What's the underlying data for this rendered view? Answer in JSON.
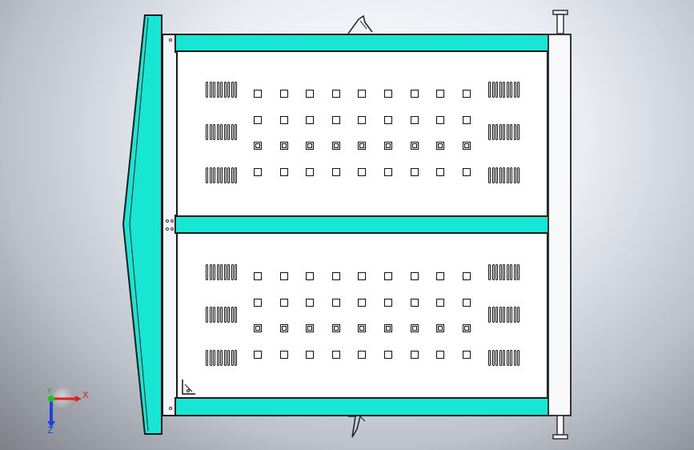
{
  "view": {
    "name": "cad-model-viewport",
    "background": "gradient-gray",
    "accent_color": "#16e6d3",
    "outline_color": "#1a1a1a"
  },
  "panels": [
    {
      "name": "upper-cover-panel",
      "square_hole_rows": 4,
      "square_hole_columns": 9,
      "vent_groups": 6
    },
    {
      "name": "lower-cover-panel",
      "square_hole_rows": 4,
      "square_hole_columns": 9,
      "vent_groups": 6
    }
  ],
  "triad": {
    "x_label": "X",
    "y_label": "Y",
    "z_label": "Z",
    "x_color": "#e02020",
    "y_color": "#20c020",
    "z_color": "#2040e0"
  }
}
